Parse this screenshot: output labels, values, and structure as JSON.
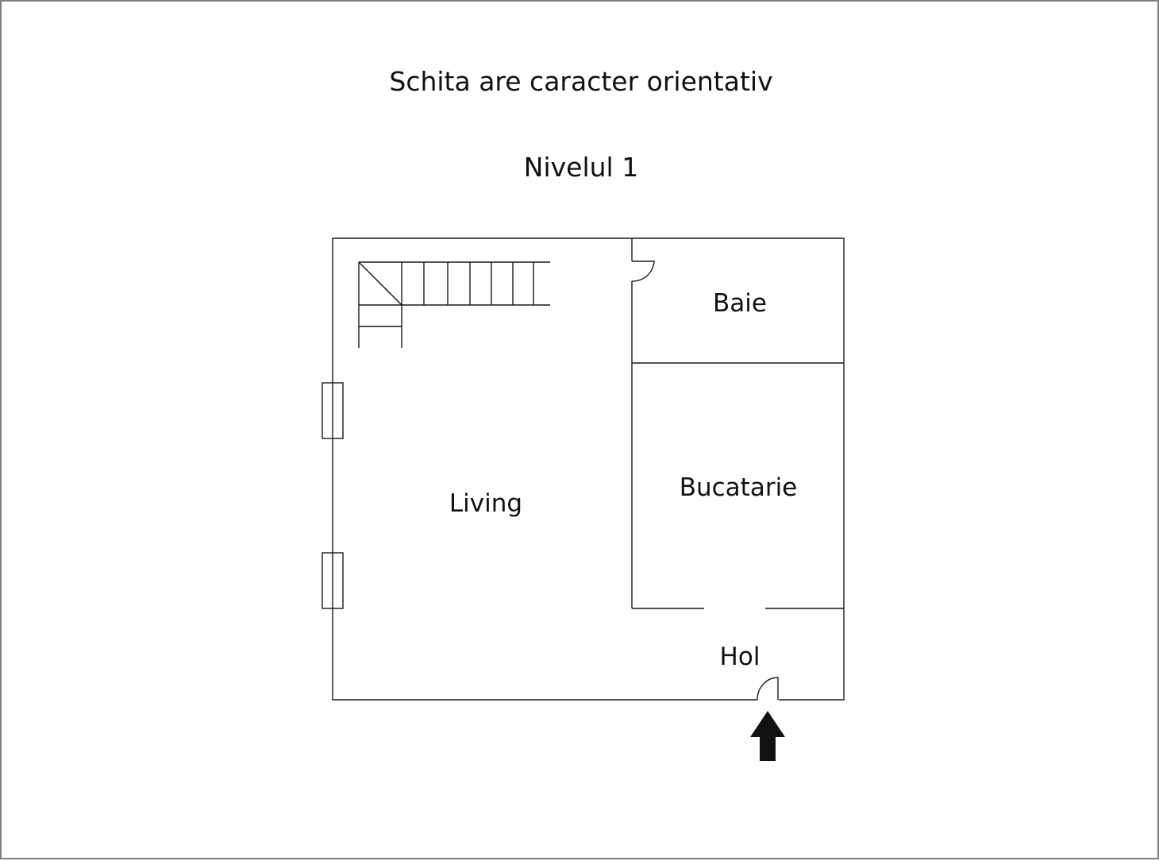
{
  "header": {
    "note": "Schita are caracter orientativ",
    "level": "Nivelul 1"
  },
  "rooms": {
    "living": "Living",
    "bathroom": "Baie",
    "kitchen": "Bucatarie",
    "hallway": "Hol"
  },
  "colors": {
    "line": "#1a1a1a",
    "arrow": "#111111",
    "frame": "#7f7f7f"
  }
}
